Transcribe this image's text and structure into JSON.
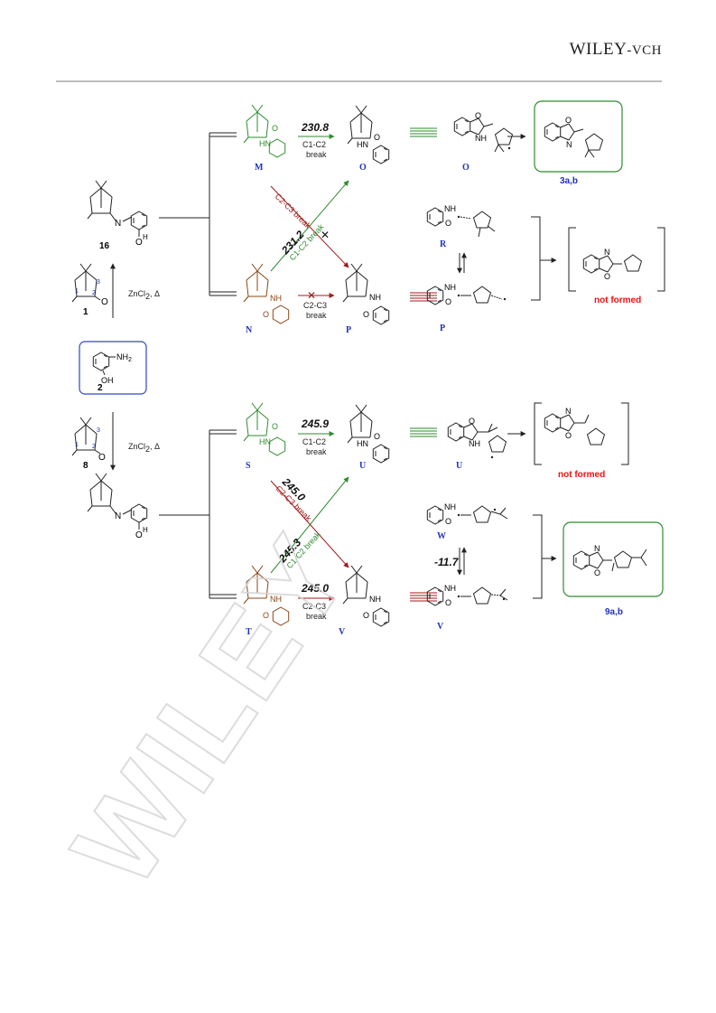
{
  "header": {
    "publisher_main": "WILEY",
    "publisher_sep": "-",
    "publisher_suffix": "VCH"
  },
  "colors": {
    "green": "#2e8b2e",
    "brown": "#8b4513",
    "red_arrow": "#a01818",
    "blue_label": "#2233bb",
    "not_formed": "#ee1111",
    "box_green": "#2e8b2e",
    "box_blue": "#3344cc",
    "watermark": "#d9d9d9"
  },
  "scheme": {
    "top": {
      "imine_label": "16",
      "ketone_label": "1",
      "conditions": "ZnCl",
      "conditions_sub": "2",
      "conditions_tail": ", Δ",
      "intermediate_M": "M",
      "intermediate_N": "N",
      "intermediate_O": "O",
      "intermediate_P": "P",
      "intermediate_R": "R",
      "path_M_energy": "230.8",
      "path_M_bond": "C1-C2",
      "path_M_break": "break",
      "path_N_bond": "C2-C3",
      "path_N_break": "break",
      "cross_up_energy": "231.2",
      "cross_up_label": "C1-C2 break",
      "cross_down_label": "C2-C3 break",
      "product_label": "3a,b",
      "not_formed": "not formed"
    },
    "aminophenol": {
      "label": "2",
      "nh2": "NH",
      "nh2_sub": "2",
      "oh": "OH"
    },
    "bottom": {
      "ketone_label": "8",
      "conditions": "ZnCl",
      "conditions_sub": "2",
      "conditions_tail": ", Δ",
      "intermediate_S": "S",
      "intermediate_T": "T",
      "intermediate_U": "U",
      "intermediate_V": "V",
      "intermediate_W": "W",
      "path_S_energy": "245.9",
      "path_S_bond": "C1-C2",
      "path_S_break": "break",
      "path_T_energy": "245.0",
      "path_T_bond": "C2-C3",
      "path_T_break": "break",
      "cross_down_energy": "245.0",
      "cross_down_label": "C2-C3 break",
      "cross_up_energy": "245.3",
      "cross_up_label": "C1-C2 break",
      "equilibrium_energy": "-11.7",
      "product_label": "9a,b",
      "not_formed": "not formed"
    },
    "atom_labels": {
      "nh": "NH",
      "hn": "HN",
      "o": "O",
      "n": "N",
      "oh_h": "H",
      "c1": "1",
      "c2": "2",
      "c3": "3"
    },
    "watermark": "WILEY"
  }
}
